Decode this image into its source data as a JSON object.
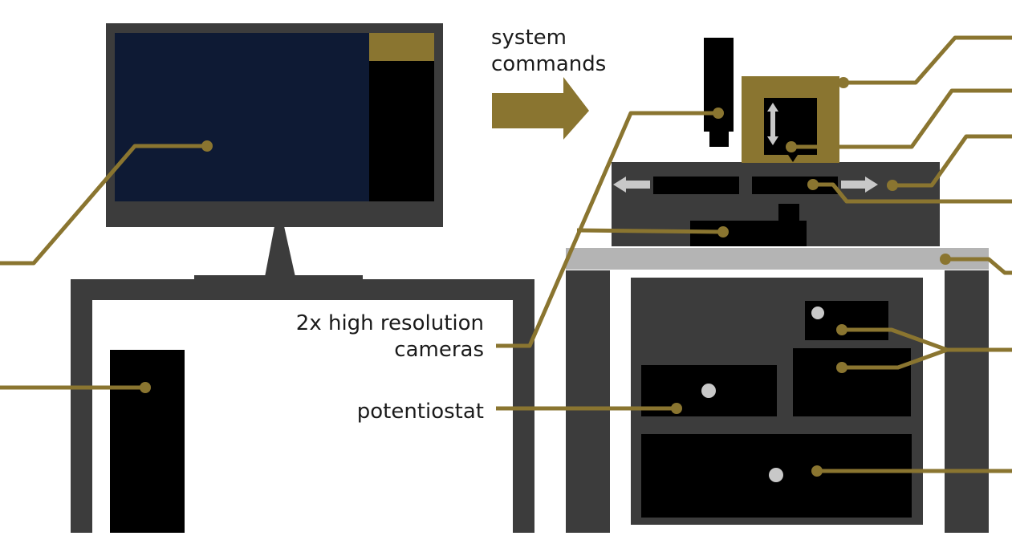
{
  "labels": {
    "system_commands": [
      "system",
      "commands"
    ],
    "cameras": [
      "2x high resolution",
      "cameras"
    ],
    "potentiostat": "potentiostat"
  },
  "colors": {
    "gold": "#8a7530",
    "dark_gray": "#3c3c3c",
    "black": "#000000",
    "screen_navy": "#0e1a34",
    "light_gray": "#b4b4b4",
    "arrow_light": "#c8c8c8",
    "background": "#ffffff"
  }
}
